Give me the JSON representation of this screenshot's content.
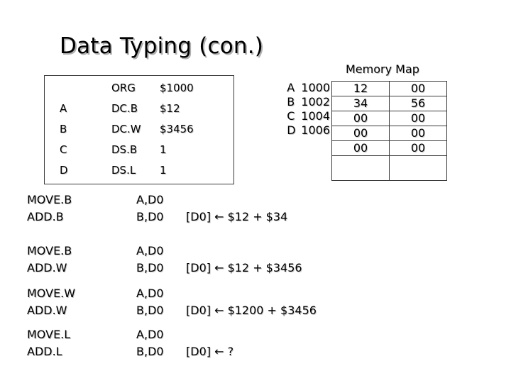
{
  "slide": {
    "title": "Data Typing (con.)"
  },
  "assembly": {
    "rows": [
      {
        "label": "",
        "mnemonic": "ORG",
        "operand": "$1000"
      },
      {
        "label": "A",
        "mnemonic": "DC.B",
        "operand": "$12"
      },
      {
        "label": "B",
        "mnemonic": "DC.W",
        "operand": "$3456"
      },
      {
        "label": "C",
        "mnemonic": "DS.B",
        "operand": "1"
      },
      {
        "label": "D",
        "mnemonic": "DS.L",
        "operand": "1"
      }
    ]
  },
  "memory_map": {
    "title": "Memory Map",
    "labels": [
      {
        "name": "A",
        "address": "1000"
      },
      {
        "name": "B",
        "address": "1002"
      },
      {
        "name": "C",
        "address": "1004"
      },
      {
        "name": "D",
        "address": "1006"
      }
    ],
    "rows": [
      {
        "left": "12",
        "right": "00"
      },
      {
        "left": "34",
        "right": "56"
      },
      {
        "left": "00",
        "right": "00"
      },
      {
        "left": "00",
        "right": "00"
      },
      {
        "left": "00",
        "right": "00"
      },
      {
        "left": "",
        "right": ""
      }
    ]
  },
  "instruction_blocks": [
    {
      "line1": {
        "mnemonic": "MOVE.B",
        "operand": "A,D0",
        "comment": ""
      },
      "line2": {
        "mnemonic": "ADD.B",
        "operand": "B,D0",
        "comment": "[D0] ← $12 + $34"
      }
    },
    {
      "line1": {
        "mnemonic": "MOVE.B",
        "operand": "A,D0",
        "comment": ""
      },
      "line2": {
        "mnemonic": "ADD.W",
        "operand": "B,D0",
        "comment": "[D0] ← $12 + $3456"
      }
    },
    {
      "line1": {
        "mnemonic": "MOVE.W",
        "operand": "A,D0",
        "comment": ""
      },
      "line2": {
        "mnemonic": "ADD.W",
        "operand": "B,D0",
        "comment": "[D0] ← $1200 + $3456"
      }
    },
    {
      "line1": {
        "mnemonic": "MOVE.L",
        "operand": "A,D0",
        "comment": ""
      },
      "line2": {
        "mnemonic": "ADD.L",
        "operand": "B,D0",
        "comment": "[D0] ← ?"
      }
    }
  ]
}
